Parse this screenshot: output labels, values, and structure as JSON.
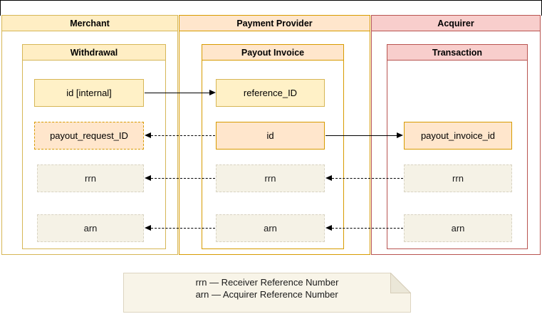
{
  "pool": {
    "lanes": [
      {
        "label": "Merchant"
      },
      {
        "label": "Payment Provider"
      },
      {
        "label": "Acquirer"
      }
    ]
  },
  "entities": [
    {
      "label": "Withdrawal"
    },
    {
      "label": "Payout Invoice"
    },
    {
      "label": "Transaction"
    }
  ],
  "fields": {
    "id_internal": "id [internal]",
    "payout_request_id": "payout_request_ID",
    "merchant_rrn": "rrn",
    "merchant_arn": "arn",
    "reference_id": "reference_ID",
    "provider_id": "id",
    "provider_rrn": "rrn",
    "provider_arn": "arn",
    "payout_invoice_id": "payout_invoice_id",
    "acquirer_rrn": "rrn",
    "acquirer_arn": "arn"
  },
  "note": {
    "line1": "rrn — Receiver Reference Number",
    "line2": "arn — Acquirer Reference Number"
  },
  "colors": {
    "yellow_fill": "#fff1c7",
    "yellow_stroke": "#d6b656",
    "orange_fill": "#ffe6cc",
    "orange_stroke": "#d79b00",
    "pink_fill": "#f8cecc",
    "pink_stroke": "#b85450",
    "muted_fill": "#f5f2e6",
    "muted_stroke": "#d8d3c2",
    "note_fill": "#f8f4e8",
    "arrow": "#000000",
    "pool_border": "#000000"
  }
}
